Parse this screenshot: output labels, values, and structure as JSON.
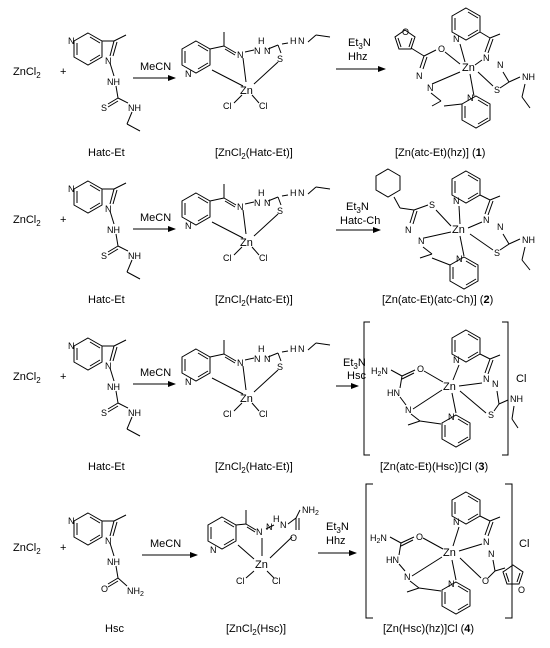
{
  "reactant": "ZnCl",
  "reactant_sub": "2",
  "plus": "+",
  "solvent": "MeCN",
  "reagent_line1_main": "Et",
  "reagent_line1_sub": "3",
  "reagent_line1_tail": "N",
  "atoms": {
    "Zn": "Zn",
    "N": "N",
    "NH": "NH",
    "S": "S",
    "O": "O",
    "Cl": "Cl",
    "H2N": "H",
    "H2N_sub": "2",
    "H2N_tail": "N",
    "NH2": "NH",
    "NH2_sub": "2",
    "HN": "HN"
  },
  "rows": [
    {
      "ligand_name": "Hatc-Et",
      "intermediate_prefix": "[ZnCl",
      "intermediate_sub": "2",
      "intermediate_suffix": "(Hatc-Et)]",
      "reagent2": "Hhz",
      "product_name": "[Zn(atc-Et)(hz)] (",
      "product_num": "1",
      "product_close": ")",
      "counterion": ""
    },
    {
      "ligand_name": "Hatc-Et",
      "intermediate_prefix": "[ZnCl",
      "intermediate_sub": "2",
      "intermediate_suffix": "(Hatc-Et)]",
      "reagent2": "Hatc-Ch",
      "product_name": "[Zn(atc-Et)(atc-Ch)] (",
      "product_num": "2",
      "product_close": ")",
      "counterion": ""
    },
    {
      "ligand_name": "Hatc-Et",
      "intermediate_prefix": "[ZnCl",
      "intermediate_sub": "2",
      "intermediate_suffix": "(Hatc-Et)]",
      "reagent2": "Hsc",
      "product_name": "[Zn(atc-Et)(Hsc)]Cl (",
      "product_num": "3",
      "product_close": ")",
      "counterion": "Cl"
    },
    {
      "ligand_name": "Hsc",
      "intermediate_prefix": "[ZnCl",
      "intermediate_sub": "2",
      "intermediate_suffix": "(Hsc)]",
      "reagent2": "Hhz",
      "product_name": "[Zn(Hsc)(hz)]Cl (",
      "product_num": "4",
      "product_close": ")",
      "counterion": "Cl"
    }
  ]
}
